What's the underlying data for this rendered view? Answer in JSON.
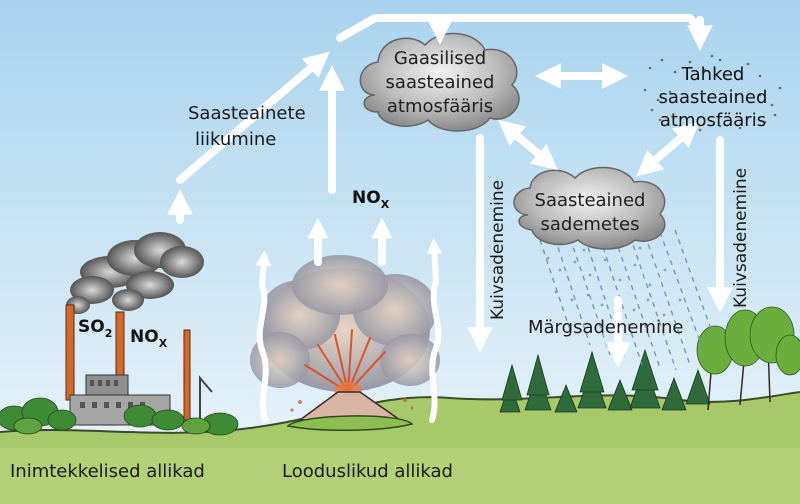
{
  "labels": {
    "transport": [
      "Saasteainete",
      "liikumine"
    ],
    "gaseous": [
      "Gaasilised",
      "saasteained",
      "atmosfääris"
    ],
    "solid": [
      "Tahked",
      "saasteained",
      "atmosfääris"
    ],
    "precip": [
      "Saasteained",
      "sademetes"
    ],
    "dry_left": "Kuivsadenemine",
    "dry_right": "Kuivsadenemine",
    "wet": "Märgsadenemine",
    "anthropogenic": "Inimtekkelised allikad",
    "natural": "Looduslikud allikad"
  },
  "gases": {
    "so": {
      "main": "SO",
      "sub": "2"
    },
    "no_factory": {
      "main": "NO",
      "sub": "X"
    },
    "no_volcano": {
      "main": "NO",
      "sub": "X"
    }
  },
  "colors": {
    "sky_top": "#a9d3ee",
    "sky_bottom": "#e9f4fb",
    "ground": "#a8c96a",
    "chimney": "#d2692a",
    "cloud": "#9a9a9a",
    "arrow": "#ffffff",
    "rain": "#6a8fbf"
  }
}
